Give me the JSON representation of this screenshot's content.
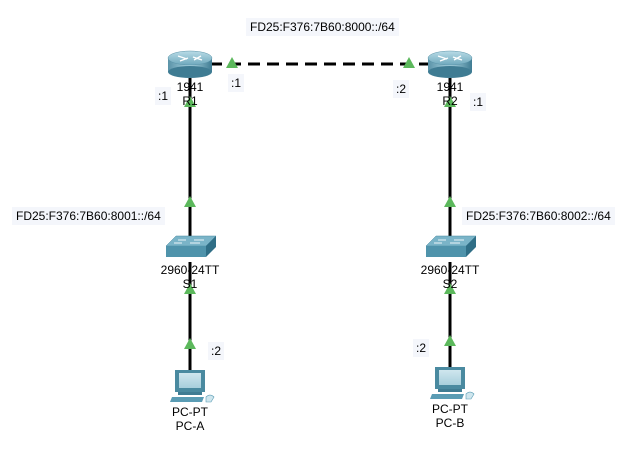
{
  "diagram": {
    "title": "IPv6 network topology",
    "networks": {
      "r1_r2": "FD25:F376:7B60:8000::/64",
      "lan_a": "FD25:F376:7B60:8001::/64",
      "lan_b": "FD25:F376:7B60:8002::/64"
    },
    "devices": {
      "r1": {
        "model": "1941",
        "name": "R1",
        "type": "router"
      },
      "r2": {
        "model": "1941",
        "name": "R2",
        "type": "router"
      },
      "s1": {
        "model": "2960-24TT",
        "name": "S1",
        "type": "switch"
      },
      "s2": {
        "model": "2960-24TT",
        "name": "S2",
        "type": "switch"
      },
      "pca": {
        "model": "PC-PT",
        "name": "PC-A",
        "type": "pc"
      },
      "pcb": {
        "model": "PC-PT",
        "name": "PC-B",
        "type": "pc"
      }
    },
    "interface_ids": {
      "r1_lan": ":1",
      "r1_wan": ":1",
      "r2_wan": ":2",
      "r2_lan": ":1",
      "pca": ":2",
      "pcb": ":2"
    },
    "links": [
      {
        "from": "R1",
        "to": "R2",
        "style": "serial-dashed"
      },
      {
        "from": "R1",
        "to": "S1",
        "style": "ethernet"
      },
      {
        "from": "S1",
        "to": "PC-A",
        "style": "ethernet"
      },
      {
        "from": "R2",
        "to": "S2",
        "style": "ethernet"
      },
      {
        "from": "S2",
        "to": "PC-B",
        "style": "ethernet"
      }
    ],
    "colors": {
      "link_up": "#5cb85c",
      "device_blue": "#4a90a8",
      "link": "#000000"
    }
  }
}
